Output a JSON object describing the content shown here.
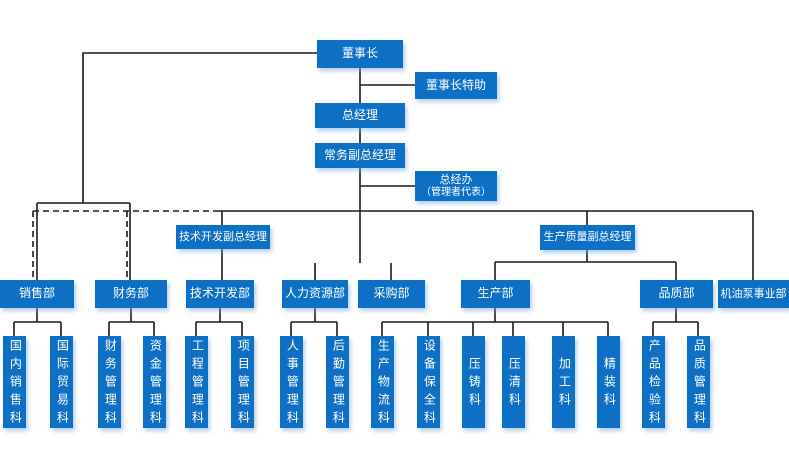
{
  "colors": {
    "node_fill": "#0d70c4",
    "node_text": "#ffffff",
    "node_glow": "#aacdeb",
    "connector": "#1a1a1a",
    "background": "#ffffff"
  },
  "org": {
    "chairman": "董事长",
    "chairman_assistant": "董事长特助",
    "general_manager": "总经理",
    "executive_deputy_gm": "常务副总经理",
    "gm_office_line1": "总经办",
    "gm_office_line2": "（管理者代表）",
    "tech_dev_deputy_gm": "技术开发副总经理",
    "prod_quality_deputy_gm": "生产质量副总经理",
    "departments": [
      {
        "label": "销售部",
        "sections": [
          {
            "label": "国内销售科"
          },
          {
            "label": "国际贸易科"
          }
        ]
      },
      {
        "label": "财务部",
        "sections": [
          {
            "label": "财务管理科"
          },
          {
            "label": "资金管理科"
          }
        ]
      },
      {
        "label": "技术开发部",
        "sections": [
          {
            "label": "工程管理科"
          },
          {
            "label": "项目管理科"
          }
        ]
      },
      {
        "label": "人力资源部",
        "sections": [
          {
            "label": "人事管理科"
          },
          {
            "label": "后勤管理科"
          }
        ]
      },
      {
        "label": "采购部",
        "sections": []
      },
      {
        "label": "生产部",
        "sections": [
          {
            "label": "生产物流科"
          },
          {
            "label": "设备保全科"
          },
          {
            "label": "压铸科"
          },
          {
            "label": "压清科"
          },
          {
            "label": "加工科"
          },
          {
            "label": "精装科"
          }
        ]
      },
      {
        "label": "品质部",
        "sections": [
          {
            "label": "产品检验科"
          },
          {
            "label": "品质管理科"
          }
        ]
      },
      {
        "label": "机油泵事业部",
        "sections": []
      }
    ],
    "dashed_relationship_departments": [
      "销售部",
      "财务部"
    ]
  }
}
